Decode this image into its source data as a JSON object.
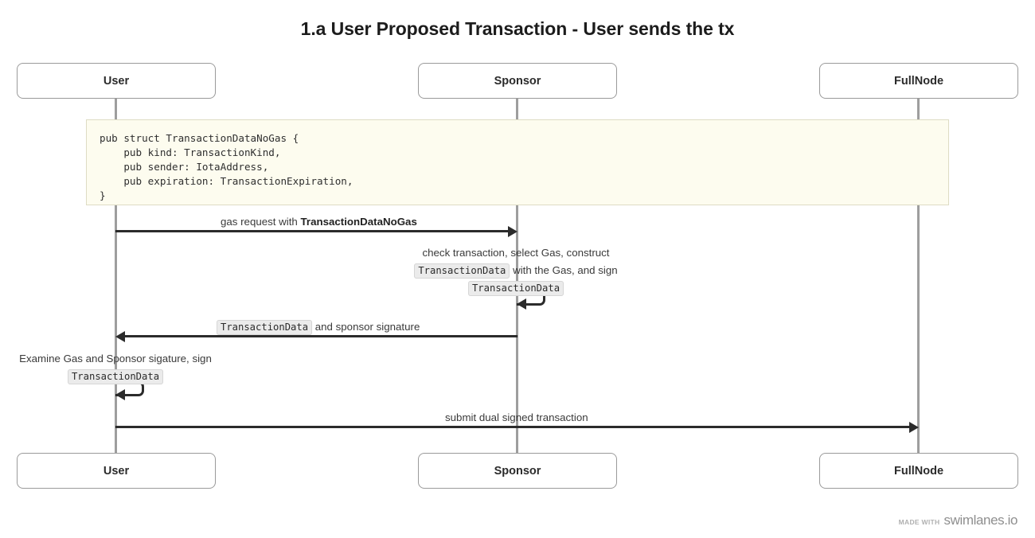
{
  "diagram": {
    "title": "1.a User Proposed Transaction - User sends the tx",
    "type": "sequence-diagram"
  },
  "participants": [
    {
      "id": "user",
      "label": "User"
    },
    {
      "id": "sponsor",
      "label": "Sponsor"
    },
    {
      "id": "fullnode",
      "label": "FullNode"
    }
  ],
  "note": {
    "code": "pub struct TransactionDataNoGas {\n    pub kind: TransactionKind,\n    pub sender: IotaAddress,\n    pub expiration: TransactionExpiration,\n}"
  },
  "messages": [
    {
      "id": "gas-request",
      "from": "user",
      "to": "sponsor",
      "direction": "right",
      "label_plain": "gas request with ",
      "label_bold": "TransactionDataNoGas"
    },
    {
      "id": "sponsor-self-check",
      "from": "sponsor",
      "to": "sponsor",
      "direction": "self",
      "lines": [
        {
          "text_before": "check transaction, select Gas, construct",
          "code": "",
          "text_after": ""
        },
        {
          "text_before": "",
          "code": "TransactionData",
          "text_after": " with the Gas, and sign"
        },
        {
          "text_before": "",
          "code": "TransactionData",
          "text_after": ""
        }
      ]
    },
    {
      "id": "return-transaction-data",
      "from": "sponsor",
      "to": "user",
      "direction": "left",
      "label_code": "TransactionData",
      "label_after": " and sponsor signature"
    },
    {
      "id": "user-self-examine",
      "from": "user",
      "to": "user",
      "direction": "self",
      "lines": [
        {
          "text_before": "Examine Gas and Sponsor sigature, sign",
          "code": "",
          "text_after": ""
        },
        {
          "text_before": "",
          "code": "TransactionData",
          "text_after": ""
        }
      ]
    },
    {
      "id": "submit-dual-signed",
      "from": "user",
      "to": "fullnode",
      "direction": "right",
      "label_plain": "submit dual signed transaction"
    }
  ],
  "watermark": {
    "made_with": "MADE WITH",
    "brand": "swimlanes.io"
  },
  "colors": {
    "note_background": "#fdfcef",
    "note_border": "#dedcc4",
    "lifeline": "#9e9e9e",
    "arrow": "#2b2b2b",
    "box_border": "#9a9a9a",
    "chip_background": "#ebebeb"
  }
}
